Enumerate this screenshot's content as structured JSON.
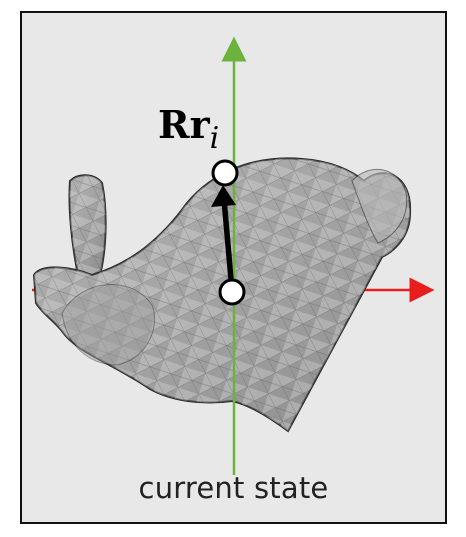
{
  "label": {
    "main": "Rr",
    "subscript": "i"
  },
  "caption": "current state",
  "colors": {
    "background": "#e8e8e8",
    "frame": "#111111",
    "y_axis": "#6cb33e",
    "x_axis": "#e81e1e",
    "arrow": "#000000",
    "point_fill": "#ffffff",
    "mesh_fill": "#a9a9a9",
    "mesh_edge": "#3a3a3a"
  },
  "icons": [
    "bunny-mesh",
    "rotation-vector-arrow",
    "origin-point",
    "endpoint-point"
  ]
}
